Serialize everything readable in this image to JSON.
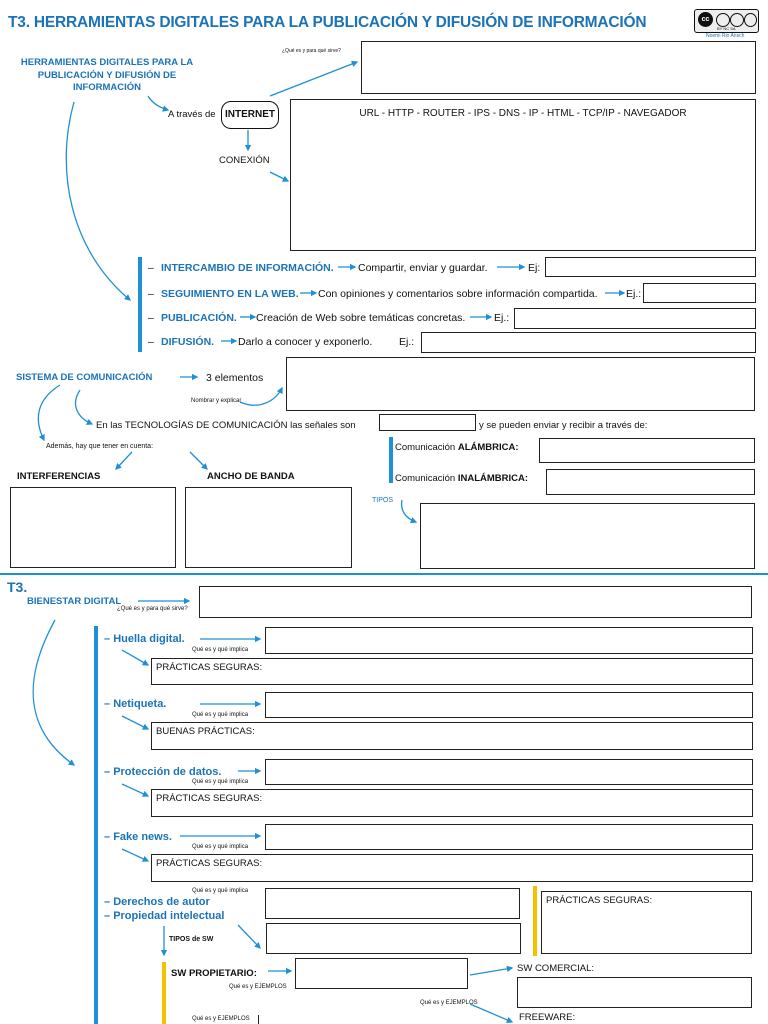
{
  "header": {
    "title": "T3. HERRAMIENTAS DIGITALES PARA LA PUBLICACIÓN Y DIFUSIÓN DE INFORMACIÓN",
    "license_author": "Noemi Rio Ansch",
    "license_badge_text": "BY NC SA"
  },
  "section1": {
    "main_label": "HERRAMIENTAS DIGITALES PARA LA PUBLICACIÓN Y DIFUSIÓN DE INFORMACIÓN",
    "note_que_es": "¿Qué es y para qué sirve?",
    "traves_de": "A través de",
    "internet": "INTERNET",
    "conexion": "CONEXIÓN",
    "terms": "URL - HTTP - ROUTER - IPS - DNS - IP - HTML - TCP/IP - NAVEGADOR",
    "items": [
      {
        "dash": "–",
        "label": "INTERCAMBIO DE INFORMACIÓN.",
        "desc": "Compartir, enviar y guardar.",
        "ej": "Ej:"
      },
      {
        "dash": "–",
        "label": "SEGUIMIENTO EN LA WEB.",
        "desc": "Con opiniones y comentarios sobre información compartida.",
        "ej": "Ej.:"
      },
      {
        "dash": "–",
        "label": "PUBLICACIÓN.",
        "desc": "Creación de Web sobre temáticas concretas.",
        "ej": "Ej.:"
      },
      {
        "dash": "–",
        "label": "DIFUSIÓN.",
        "desc": "Darlo a conocer y exponerlo.",
        "ej": "Ej.:"
      }
    ]
  },
  "section2": {
    "sistema": "SISTEMA DE COMUNICACIÓN",
    "tres_elementos": "3 elementos",
    "nombrar": "Nombrar y explicar",
    "tic_prefix": "En las TECNOLOGÍAS DE COMUNICACIÓN las señales son",
    "tic_suffix": "y se pueden enviar y recibir a través de:",
    "ademas": "Además, hay que tener en cuenta:",
    "interferencias": "INTERFERENCIAS",
    "ancho_banda": "ANCHO DE BANDA",
    "com_prefix": "Comunicación",
    "alambrica": "ALÁMBRICA:",
    "inalambrica": "INALÁMBRICA:",
    "tipos": "TIPOS"
  },
  "section3": {
    "title": "T3.",
    "bienestar": "BIENESTAR DIGITAL",
    "note_que_es": "¿Qué es y para qué sirve?",
    "note_implica": "Qué es y qué implica",
    "items": [
      {
        "label": "Huella digital.",
        "practice": "PRÁCTICAS SEGURAS:"
      },
      {
        "label": "Netiqueta.",
        "practice": "BUENAS PRÁCTICAS:"
      },
      {
        "label": "Protección de datos.",
        "practice": "PRÁCTICAS SEGURAS:"
      },
      {
        "label": "Fake news.",
        "practice": "PRÁCTICAS SEGURAS:"
      }
    ],
    "derechos": "Derechos de autor",
    "propiedad": "Propiedad intelectual",
    "practicas_seguras": "PRÁCTICAS SEGURAS:",
    "tipos_sw": "TIPOS de SW",
    "sw_propietario": "SW PROPIETARIO:",
    "que_ejemplos": "Qué es y EJEMPLOS",
    "sw_comercial": "SW COMERCIAL:",
    "freeware": "FREEWARE:"
  }
}
